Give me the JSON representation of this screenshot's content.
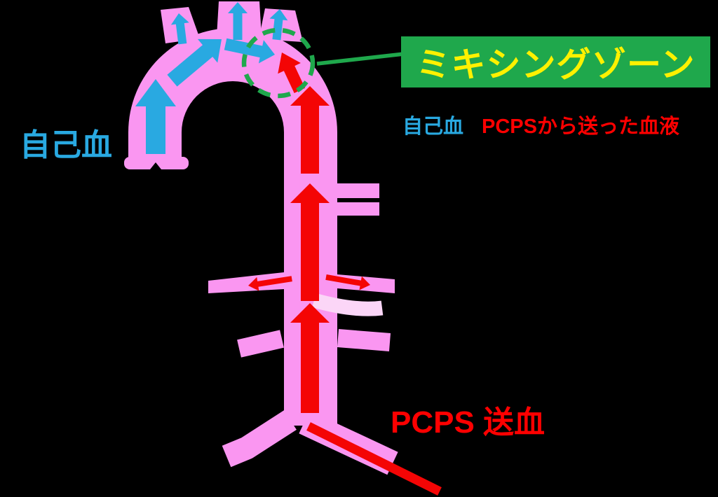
{
  "diagram": {
    "title_hint": "PCPS retrograde perfusion mixing-zone diagram",
    "mixing_zone_label": "ミキシングゾーン",
    "own_blood_label": "自己血",
    "pcps_supply_label": "PCPS 送血",
    "legend": {
      "own_blood": "自己血",
      "pcps_blood": "PCPSから送った血液"
    },
    "colors": {
      "background": "#000000",
      "vessel_pink": "#FA96F1",
      "vessel_pale_pink": "#FBD6F7",
      "own_blood_blue": "#29A9E1",
      "pcps_red": "#F40505",
      "label_red": "#FF0000",
      "zone_green": "#1FA84C",
      "zone_label_yellow": "#FFF100"
    }
  }
}
